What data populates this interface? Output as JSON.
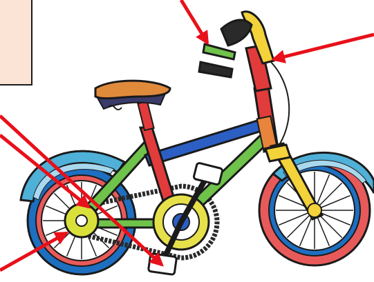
{
  "colors": {
    "label_box_fill": "#fbe4d6",
    "outline": "#1a1a1a",
    "arrow": "#e8101a",
    "tyre_rear": "#1e6fc0",
    "tyre_rear_inner": "#e85a5a",
    "tyre_front": "#e85a5a",
    "tyre_front_inner": "#1e6fc0",
    "mudguard": "#4fb0d8",
    "mudguard_inner": "#a8d8ee",
    "frame_green": "#6fc24a",
    "frame_red": "#e23b3b",
    "frame_blue": "#2c5fc4",
    "fork_yellow": "#f3d23a",
    "saddle_top": "#e08a3c",
    "saddle_base": "#3b3b6a",
    "chainring": "#e6e04a",
    "hub": "#2c5fc4",
    "chain": "#2a2a2a",
    "grip": "#2a2a2a",
    "lever_green": "#6fc24a",
    "pedal_white": "#ffffff",
    "spring_orange": "#e8843c",
    "sprocket_rear": "#d9e03a"
  },
  "label_box": {
    "icon": "blank-label-box",
    "text": ""
  },
  "arrow_targets": [
    "brake-lever",
    "handlebar",
    "chain",
    "rear-sprocket",
    "pedal"
  ]
}
